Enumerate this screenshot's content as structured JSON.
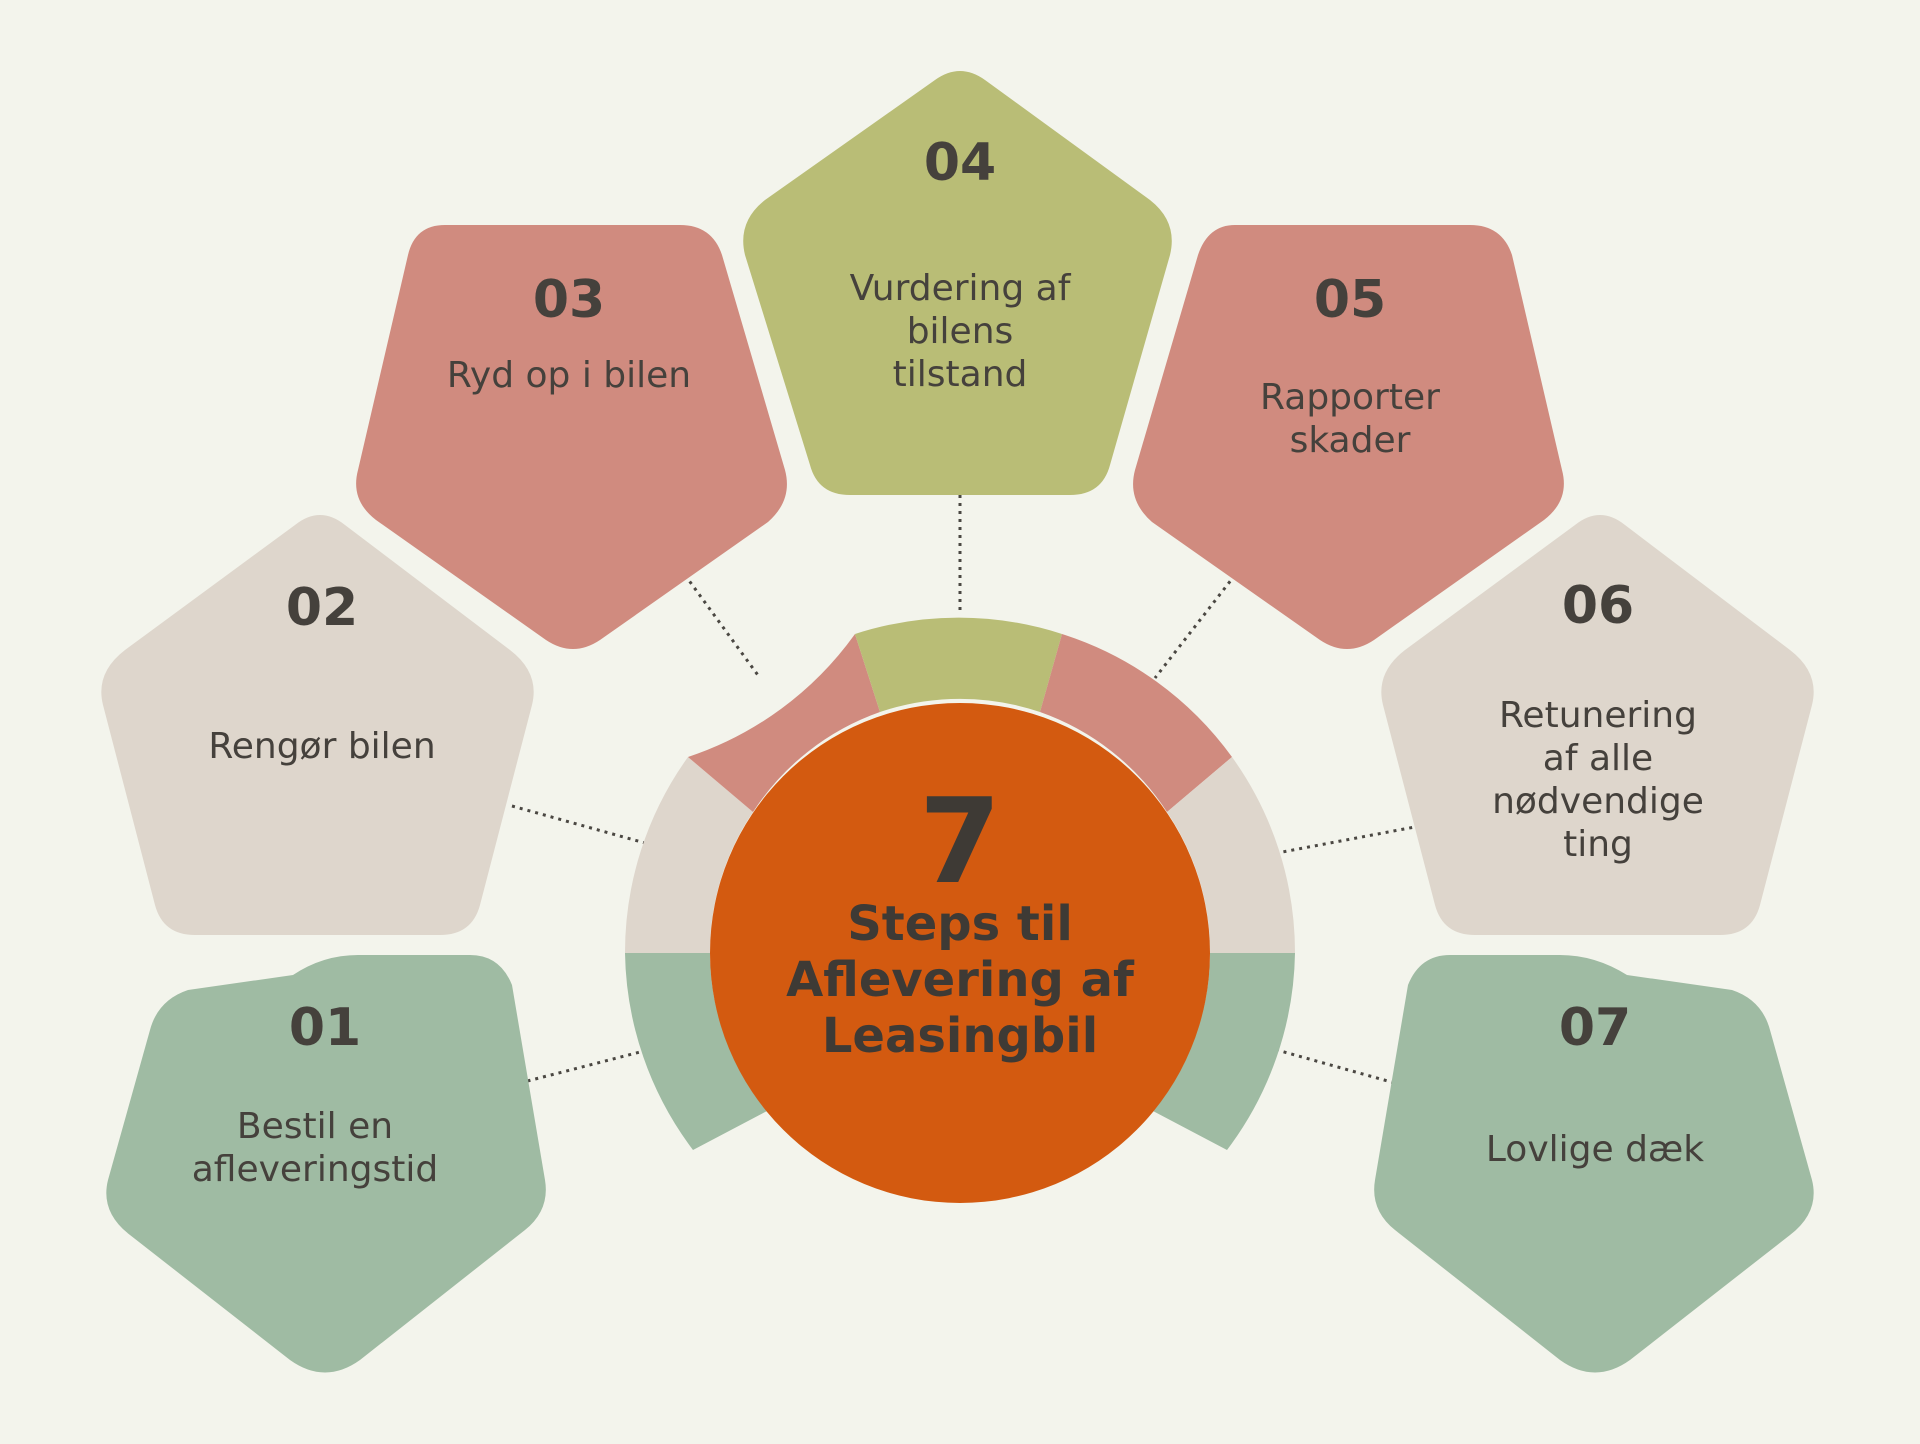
{
  "colors": {
    "background": "#f3f4ec",
    "green": "#9fbba3",
    "beige": "#ded6cc",
    "red": "#d08b7f",
    "olive": "#b9bd76",
    "center": "#d35a10",
    "text": "#45413c"
  },
  "center": {
    "number": "7",
    "title": "Steps til\nAflevering af\nLeasingbil"
  },
  "steps": [
    {
      "number": "01",
      "text": "Bestil en\nafleveringstid",
      "color": "green"
    },
    {
      "number": "02",
      "text": "Rengør bilen",
      "color": "beige"
    },
    {
      "number": "03",
      "text": "Ryd op i bilen",
      "color": "red"
    },
    {
      "number": "04",
      "text": "Vurdering af\nbilens\ntilstand",
      "color": "olive"
    },
    {
      "number": "05",
      "text": "Rapporter\nskader",
      "color": "red"
    },
    {
      "number": "06",
      "text": "Retunering\naf alle\nnødvendige\nting",
      "color": "beige"
    },
    {
      "number": "07",
      "text": "Lovlige dæk",
      "color": "green"
    }
  ]
}
